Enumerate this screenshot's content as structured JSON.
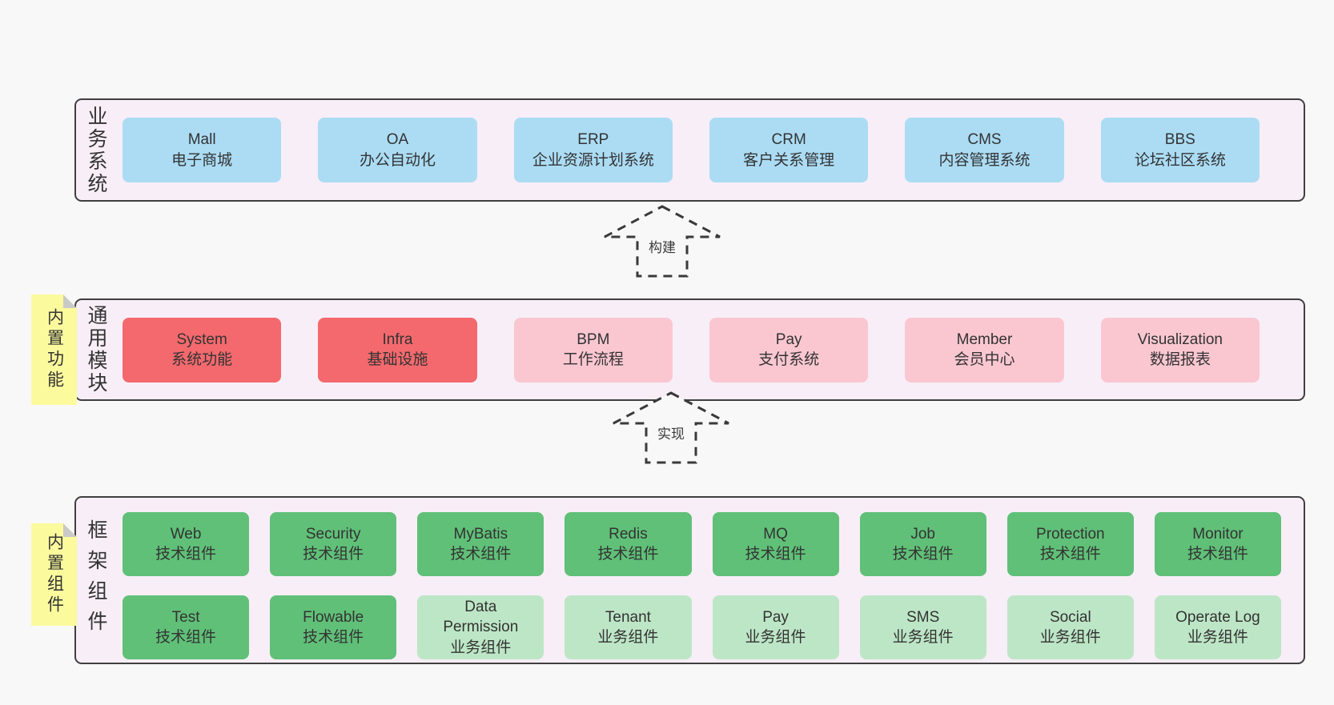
{
  "colors": {
    "page_bg": "#f8f8f8",
    "band_bg": "#f8eef7",
    "band_border": "#3f3f3f",
    "blue_box": "#abdcf4",
    "red_box": "#f4696d",
    "pink_box": "#fac7d1",
    "green_box": "#60c078",
    "light_green_box": "#bde6c6",
    "note_yellow": "#fbfa9d",
    "note_fold_gray": "#c9c9c9",
    "text": "#333333"
  },
  "arrows": [
    {
      "label": "构建"
    },
    {
      "label": "实现"
    }
  ],
  "bands": [
    {
      "label": "业务系统",
      "boxes": [
        {
          "title": "Mall",
          "subtitle": "电子商城",
          "variant": "blue"
        },
        {
          "title": "OA",
          "subtitle": "办公自动化",
          "variant": "blue"
        },
        {
          "title": "ERP",
          "subtitle": "企业资源计划系统",
          "variant": "blue"
        },
        {
          "title": "CRM",
          "subtitle": "客户关系管理",
          "variant": "blue"
        },
        {
          "title": "CMS",
          "subtitle": "内容管理系统",
          "variant": "blue"
        },
        {
          "title": "BBS",
          "subtitle": "论坛社区系统",
          "variant": "blue"
        }
      ]
    },
    {
      "label": "通用模块",
      "note": "内置功能",
      "boxes": [
        {
          "title": "System",
          "subtitle": "系统功能",
          "variant": "red"
        },
        {
          "title": "Infra",
          "subtitle": "基础设施",
          "variant": "red"
        },
        {
          "title": "BPM",
          "subtitle": "工作流程",
          "variant": "pink"
        },
        {
          "title": "Pay",
          "subtitle": "支付系统",
          "variant": "pink"
        },
        {
          "title": "Member",
          "subtitle": "会员中心",
          "variant": "pink"
        },
        {
          "title": "Visualization",
          "subtitle": "数据报表",
          "variant": "pink"
        }
      ]
    },
    {
      "label": "框架组件",
      "note": "内置组件",
      "rows": [
        [
          {
            "title": "Web",
            "subtitle": "技术组件",
            "variant": "green"
          },
          {
            "title": "Security",
            "subtitle": "技术组件",
            "variant": "green"
          },
          {
            "title": "MyBatis",
            "subtitle": "技术组件",
            "variant": "green"
          },
          {
            "title": "Redis",
            "subtitle": "技术组件",
            "variant": "green"
          },
          {
            "title": "MQ",
            "subtitle": "技术组件",
            "variant": "green"
          },
          {
            "title": "Job",
            "subtitle": "技术组件",
            "variant": "green"
          },
          {
            "title": "Protection",
            "subtitle": "技术组件",
            "variant": "green"
          },
          {
            "title": "Monitor",
            "subtitle": "技术组件",
            "variant": "green"
          }
        ],
        [
          {
            "title": "Test",
            "subtitle": "技术组件",
            "variant": "green"
          },
          {
            "title": "Flowable",
            "subtitle": "技术组件",
            "variant": "green"
          },
          {
            "title": "Data Permission",
            "subtitle": "业务组件",
            "variant": "light-green"
          },
          {
            "title": "Tenant",
            "subtitle": "业务组件",
            "variant": "light-green"
          },
          {
            "title": "Pay",
            "subtitle": "业务组件",
            "variant": "light-green"
          },
          {
            "title": "SMS",
            "subtitle": "业务组件",
            "variant": "light-green"
          },
          {
            "title": "Social",
            "subtitle": "业务组件",
            "variant": "light-green"
          },
          {
            "title": "Operate Log",
            "subtitle": "业务组件",
            "variant": "light-green"
          }
        ]
      ]
    }
  ]
}
